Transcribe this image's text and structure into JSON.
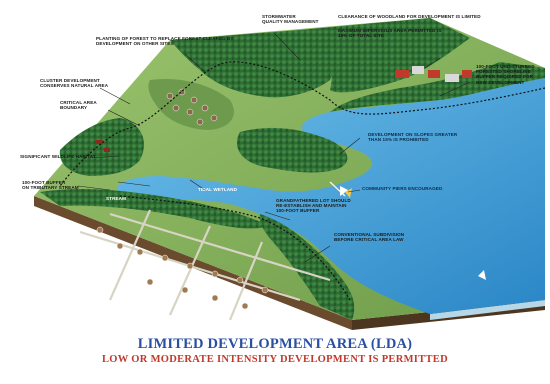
{
  "title": "LIMITED DEVELOPMENT AREA (LDA)",
  "subtitle": "LOW OR MODERATE INTENSITY DEVELOPMENT IS PERMITTED",
  "labels": {
    "stormwater": "STORMWATER\nQUALITY MANAGEMENT",
    "clearance": "CLEARANCE OF WOODLAND FOR DEVELOPMENT IS LIMITED",
    "impervious": "MAXIMUM IMPERVIOUS AREA PERMITTED IS\n15% OF TOTAL SITE",
    "planting": "PLANTING OF FOREST TO REPLACE FOREST CLEARED BY\nDEVELOPMENT ON OTHER SITES",
    "buffer100_undisturbed": "100-FOOT UNDISTURBED\nFORESTED SHORELINE\nBUFFER REQUIRED FOR\nNEW DEVELOPMENT",
    "cluster": "CLUSTER DEVELOPMENT\nCONSERVES NATURAL AREA",
    "critical_area": "CRITICAL AREA\nBOUNDARY",
    "slopes": "DEVELOPMENT ON SLOPES GREATER\nTHAN 15% IS PROHIBITED",
    "wildlife": "SIGNIFICANT WILDLIFE HABITAT",
    "community_piers": "COMMUNITY PIERS ENCOURAGED",
    "buffer_tributary": "100-FOOT BUFFER\nON TRIBUTARY STREAM",
    "tidal_wetland": "TIDAL WETLAND",
    "stream": "STREAM",
    "grandfathered": "GRANDFATHERED LOT SHOULD\nRE-ESTABLISH AND MAINTAIN\n100-FOOT BUFFER",
    "conventional": "CONVENTIONAL SUBDIVISION\nBEFORE CRITICAL AREA LAW"
  },
  "colors": {
    "title": "#2a4fa2",
    "subtitle": "#c0392b",
    "water": "#3c9fd6",
    "forest": "#2f6b34",
    "field": "#7fae5a",
    "road": "#c9c6b8",
    "soil": "#7a5a3a"
  }
}
